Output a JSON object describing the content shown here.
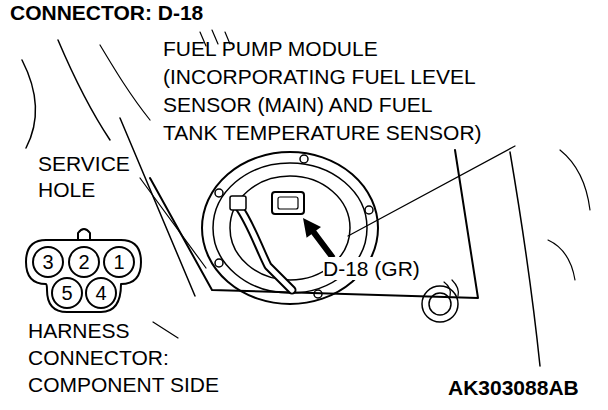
{
  "diagram": {
    "title": "CONNECTOR: D-18",
    "nodes": [
      {
        "text": [
          "3"
        ]
      },
      {
        "text": [
          "2"
        ]
      },
      {
        "text": [
          "1"
        ]
      },
      {
        "text": [
          "5"
        ]
      },
      {
        "text": [
          "4"
        ]
      }
    ],
    "labels": [
      "FUEL PUMP MODULE (INCORPORATING FUEL LEVEL SENSOR (MAIN) AND FUEL TANK TEMPERATURE SENSOR)",
      "SERVICE HOLE",
      "D-18 (GR)",
      "HARNESS CONNECTOR: COMPONENT SIDE",
      "AK303088AB"
    ]
  }
}
